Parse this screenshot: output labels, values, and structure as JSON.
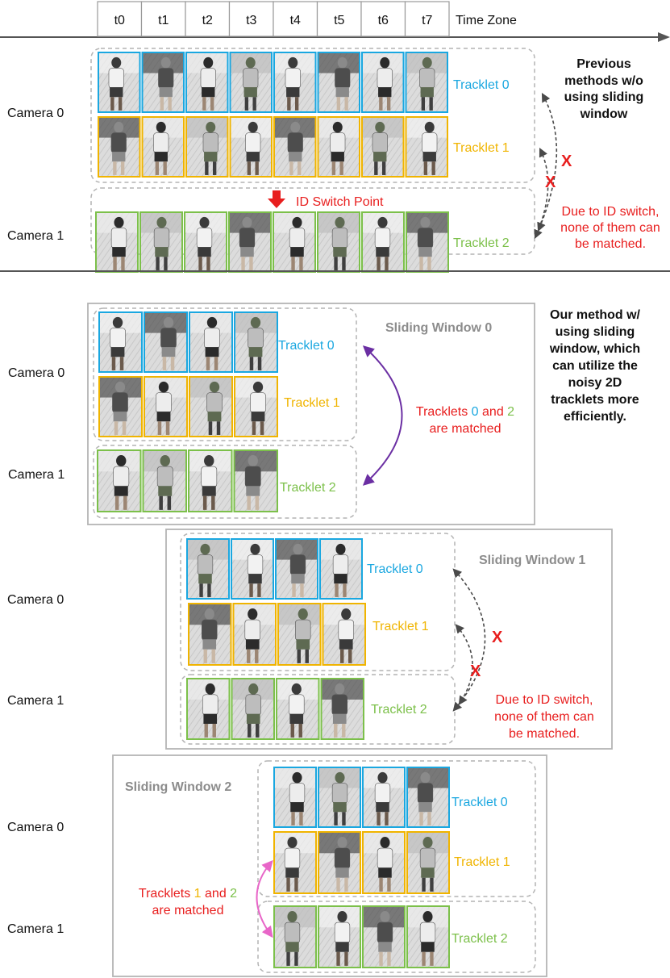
{
  "timeline": {
    "labels": [
      "t0",
      "t1",
      "t2",
      "t3",
      "t4",
      "t5",
      "t6",
      "t7"
    ],
    "zone_label": "Time Zone"
  },
  "colors": {
    "tracklet0": "#1aa7e0",
    "tracklet1": "#f0b400",
    "tracklet2": "#7cc04a",
    "red": "#e81e1e",
    "purple": "#6b2fa3",
    "pink": "#e866c8",
    "gray_text": "#8c8c8c",
    "dash": "#b4b4b4"
  },
  "section1": {
    "camera0": "Camera 0",
    "camera1": "Camera 1",
    "tracklet0": "Tracklet 0",
    "tracklet1": "Tracklet 1",
    "tracklet2": "Tracklet 2",
    "id_switch": "ID Switch Point",
    "note_lines": [
      "Previous",
      "methods w/o",
      "using sliding",
      "window"
    ],
    "fail_lines": [
      "Due to ID switch,",
      "none of them can",
      "be matched."
    ],
    "x_mark": "X"
  },
  "window0": {
    "title": "Sliding Window 0",
    "camera0": "Camera 0",
    "camera1": "Camera 1",
    "tracklet0": "Tracklet 0",
    "tracklet1": "Tracklet 1",
    "tracklet2": "Tracklet 2",
    "match_prefix": "Tracklets ",
    "match_a": "0",
    "match_mid": " and ",
    "match_b": "2",
    "match_line2": "are matched",
    "method_lines": [
      "Our method w/",
      "using sliding",
      "window, which",
      "can utilize the",
      "noisy 2D",
      "tracklets more",
      "efficiently."
    ]
  },
  "window1": {
    "title": "Sliding Window 1",
    "camera0": "Camera 0",
    "camera1": "Camera 1",
    "tracklet0": "Tracklet 0",
    "tracklet1": "Tracklet 1",
    "tracklet2": "Tracklet 2",
    "fail_lines": [
      "Due to ID switch,",
      "none of them can",
      "be matched."
    ],
    "x_mark": "X"
  },
  "window2": {
    "title": "Sliding Window 2",
    "camera0": "Camera 0",
    "camera1": "Camera 1",
    "tracklet0": "Tracklet 0",
    "tracklet1": "Tracklet 1",
    "tracklet2": "Tracklet 2",
    "match_prefix": "Tracklets ",
    "match_a": "1",
    "match_mid": " and ",
    "match_b": "2",
    "match_line2": "are matched"
  }
}
